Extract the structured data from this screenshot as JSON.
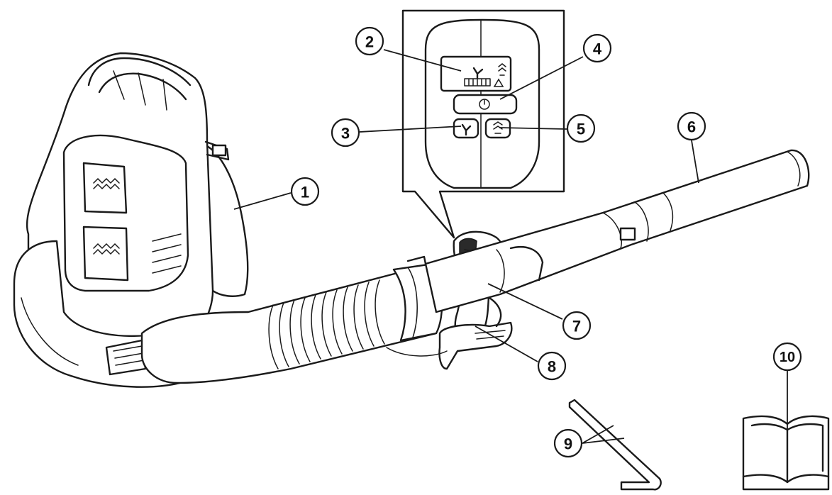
{
  "diagram": {
    "callouts": [
      {
        "id": "1",
        "label": "1"
      },
      {
        "id": "2",
        "label": "2"
      },
      {
        "id": "3",
        "label": "3"
      },
      {
        "id": "4",
        "label": "4"
      },
      {
        "id": "5",
        "label": "5"
      },
      {
        "id": "6",
        "label": "6"
      },
      {
        "id": "7",
        "label": "7"
      },
      {
        "id": "8",
        "label": "8"
      },
      {
        "id": "9",
        "label": "9"
      },
      {
        "id": "10",
        "label": "10"
      }
    ],
    "icons": {
      "blower_body": "backpack-blower-icon",
      "battery_meter": "battery-level-icon",
      "fan_symbol": "fan-speed-icon",
      "power_symbol": "power-icon",
      "boost_symbol": "boost-mode-icon",
      "warning_symbol": "warning-triangle-icon",
      "hex_key": "hex-key-icon",
      "manual": "open-book-icon"
    }
  }
}
